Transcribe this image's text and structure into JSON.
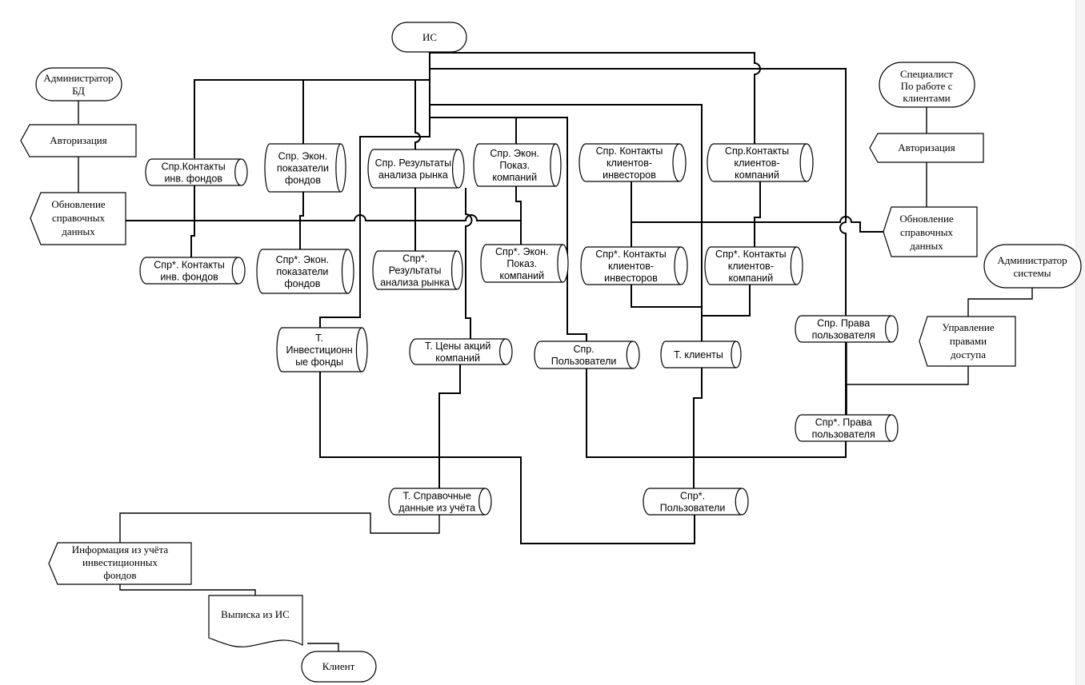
{
  "nodes": {
    "is": "ИС",
    "admin_db": [
      "Администратор",
      "БД"
    ],
    "auth_left": "Авторизация",
    "update_left": [
      "Обновление",
      "справочных",
      "данных"
    ],
    "specialist": [
      "Специалист",
      "По работе с",
      "клиентами"
    ],
    "auth_right": "Авторизация",
    "update_right": [
      "Обновление",
      "справочных",
      "данных"
    ],
    "admin_sys": [
      "Администратор",
      "системы"
    ],
    "access_mgmt": [
      "Управление",
      "правами",
      "доступа"
    ],
    "spr_inv_contacts": [
      "Спр.Контакты",
      "инв. фондов"
    ],
    "spr_econ_funds": [
      "Спр. Экон.",
      "показатели",
      "фондов"
    ],
    "spr_market": [
      "Спр. Результаты",
      "анализа рынка"
    ],
    "spr_econ_comp": [
      "Спр. Экон.",
      "Показ.",
      "компаний"
    ],
    "spr_cli_inv": [
      "Спр. Контакты",
      "клиентов-",
      "инвесторов"
    ],
    "spr_cli_comp": [
      "Спр.Контакты",
      "клиентов-",
      "компаний"
    ],
    "sprx_inv_contacts": [
      "Спр*. Контакты",
      "инв. фондов"
    ],
    "sprx_econ_funds": [
      "Спр*. Экон.",
      "показатели",
      "фондов"
    ],
    "sprx_market": [
      "Спр*.",
      "Результаты",
      "анализа рынка"
    ],
    "sprx_econ_comp": [
      "Спр*. Экон.",
      "Показ.",
      "компаний"
    ],
    "sprx_cli_inv": [
      "Спр*. Контакты",
      "клиентов-",
      "инвесторов"
    ],
    "sprx_cli_comp": [
      "Спр*. Контакты",
      "клиентов-",
      "компаний"
    ],
    "t_inv_funds": [
      "Т.",
      "Инвестиционн",
      "ые фонды"
    ],
    "t_share_prices": [
      "Т. Цены акций",
      "компаний"
    ],
    "spr_users": [
      "Спр.",
      "Пользователи"
    ],
    "t_clients": "Т. клиенты",
    "spr_rights": [
      "Спр. Права",
      "пользователя"
    ],
    "sprx_rights": [
      "Спр*. Права",
      "пользователя"
    ],
    "t_ref_data": [
      "Т. Справочные",
      "данные из учёта"
    ],
    "sprx_users": [
      "Спр*.",
      "Пользователи"
    ],
    "info_funds": [
      "Информация из учёта",
      "инвестиционных",
      "фондов"
    ],
    "extract": "Выписка из ИС",
    "client": "Клиент"
  }
}
